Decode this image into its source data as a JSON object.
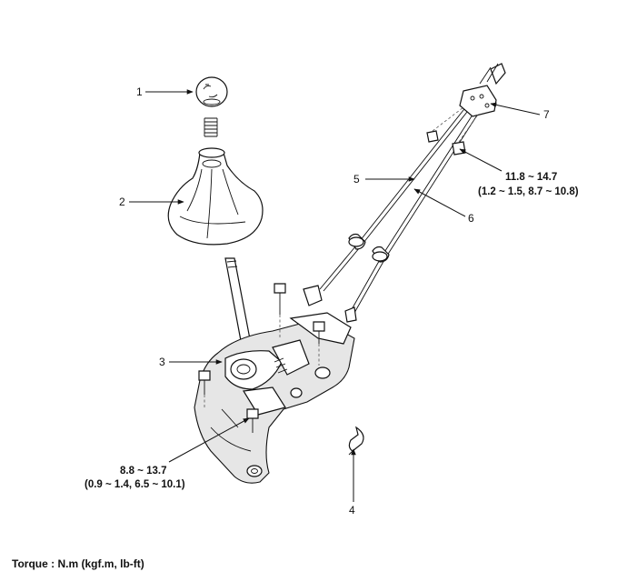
{
  "callouts": {
    "c1": "1",
    "c2": "2",
    "c3": "3",
    "c4": "4",
    "c5": "5",
    "c6": "6",
    "c7": "7"
  },
  "torque_cable": {
    "line1": "11.8 ~ 14.7",
    "line2": "(1.2 ~ 1.5, 8.7 ~ 10.8)"
  },
  "torque_bracket": {
    "line1": "8.8 ~ 13.7",
    "line2": "(0.9 ~ 1.4, 6.5 ~ 10.1)"
  },
  "footer": {
    "torque_unit": "Torque : N.m (kgf.m, lb-ft)"
  }
}
